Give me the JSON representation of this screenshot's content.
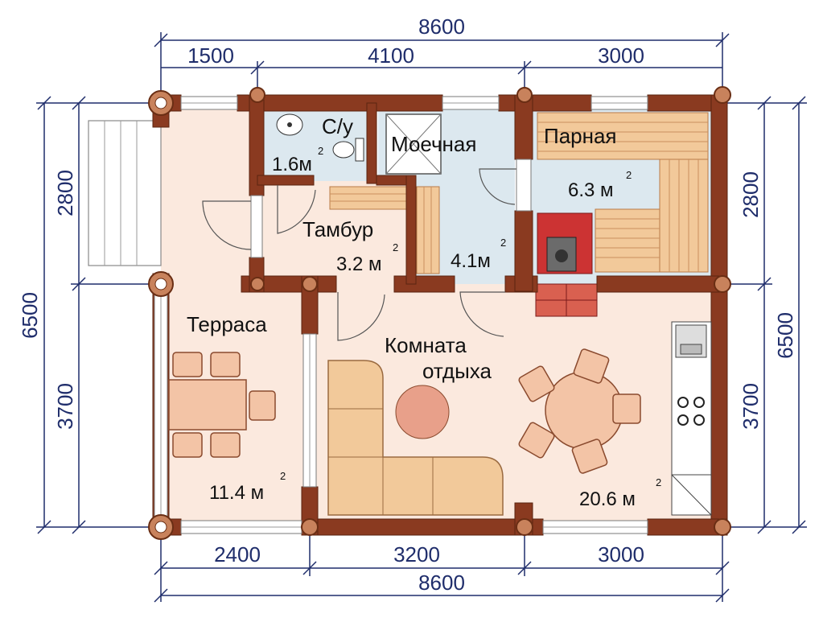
{
  "dimensions": {
    "top_total": "8600",
    "top_segments": [
      "1500",
      "4100",
      "3000"
    ],
    "bottom_segments": [
      "2400",
      "3200",
      "3000"
    ],
    "bottom_total": "8600",
    "left_total": "6500",
    "left_segments": [
      "2800",
      "3700"
    ],
    "right_total": "6500",
    "right_segments": [
      "2800",
      "3700"
    ]
  },
  "rooms": {
    "wc": {
      "label": "С/у",
      "area": "1.6м",
      "sup": "2"
    },
    "washroom": {
      "label": "Моечная",
      "area": "4.1м",
      "sup": "2"
    },
    "steam": {
      "label": "Парная",
      "area": "6.3 м",
      "sup": "2"
    },
    "vestibule": {
      "label": "Тамбур",
      "area": "3.2 м",
      "sup": "2"
    },
    "terrace": {
      "label": "Терраса",
      "area": "11.4 м",
      "sup": "2"
    },
    "lounge": {
      "label_line1": "Комната",
      "label_line2": "отдыха",
      "area": "20.6 м",
      "sup": "2"
    }
  },
  "colors": {
    "wall": "#8a3a20",
    "log_end": "#c8825c",
    "floor_warm": "#fbe9de",
    "floor_wet": "#dce8ef",
    "bench": "#f2c99a",
    "dimension": "#1f2d6b"
  }
}
